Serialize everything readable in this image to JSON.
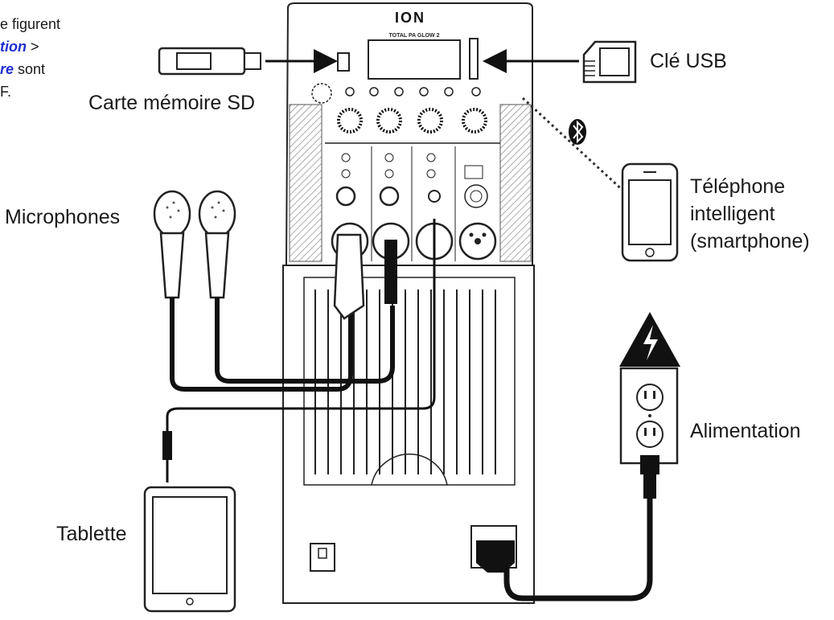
{
  "fragment": {
    "line1": "e figurent",
    "line2_em": "tion",
    "line2_rest": " >",
    "line3_em": "re",
    "line3_rest": " sont",
    "line4": "F."
  },
  "device": {
    "brand": "ION",
    "screen_label": "TOTAL PA GLOW 2"
  },
  "labels": {
    "sd": "Carte mémoire SD",
    "usb": "Clé USB",
    "microphones": "Microphones",
    "phone_line1": "Téléphone",
    "phone_line2": "intelligent",
    "phone_line3": "(smartphone)",
    "power": "Alimentation",
    "tablet": "Tablette"
  },
  "icons": [
    "usb-stick-icon",
    "sd-card-icon",
    "bluetooth-icon",
    "smartphone-icon",
    "tablet-icon",
    "microphone-icon",
    "power-outlet-icon",
    "high-voltage-icon"
  ]
}
